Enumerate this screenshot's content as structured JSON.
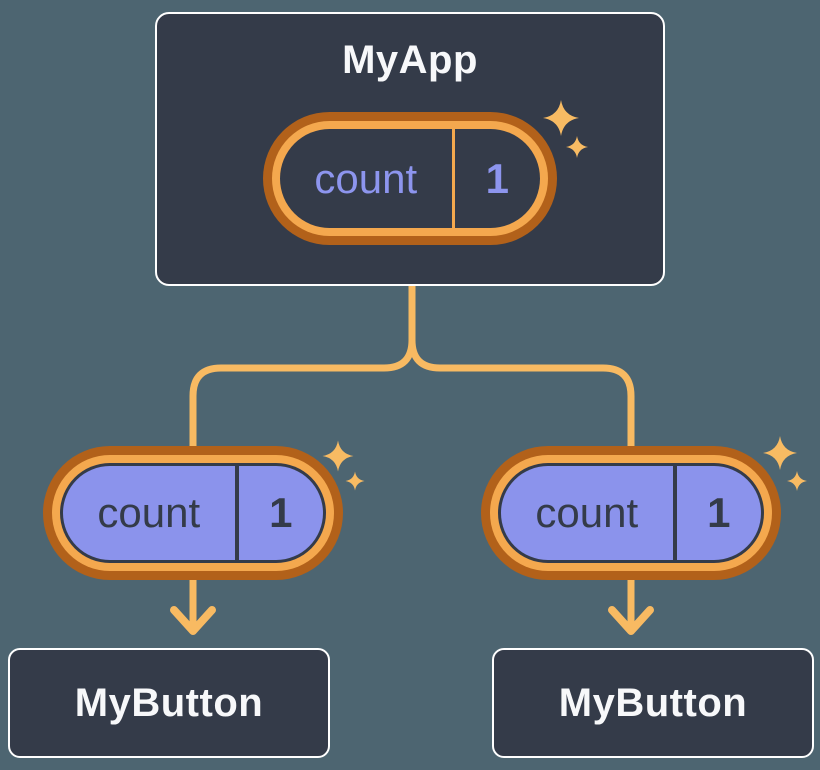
{
  "colors": {
    "background": "#4d6571",
    "node_fill": "#343b49",
    "node_border": "#ffffff",
    "node_text": "#f7f8fa",
    "ring_outer": "#b2611a",
    "ring_inner": "#f4a84e",
    "pill_fill": "#8b93ec",
    "pill_outline": "#343b49",
    "state_text": "#8d95ee",
    "prop_text": "#343b49",
    "connector": "#f8ba62",
    "sparkle": "#f8bb63"
  },
  "root_node": {
    "title": "MyApp",
    "pill": {
      "label": "count",
      "value": "1"
    }
  },
  "child_nodes": [
    {
      "title": "MyButton",
      "pill": {
        "label": "count",
        "value": "1"
      }
    },
    {
      "title": "MyButton",
      "pill": {
        "label": "count",
        "value": "1"
      }
    }
  ]
}
